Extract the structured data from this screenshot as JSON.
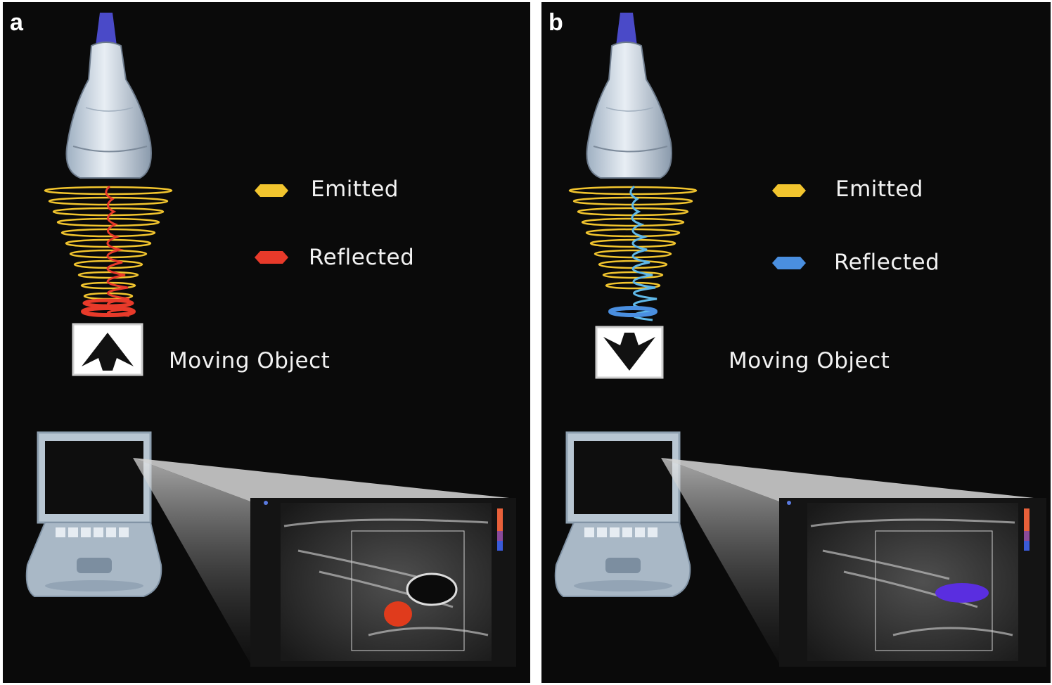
{
  "panels": [
    {
      "id": "a",
      "letter": "a",
      "legend": [
        {
          "label": "Emitted",
          "color": "#f2c52e"
        },
        {
          "label": "Reflected",
          "color": "#e83a2a"
        }
      ],
      "object_label": "Moving Object",
      "arrow_direction": "up",
      "reflected_color": "#e83a2a",
      "flow_color": "#e03b1c"
    },
    {
      "id": "b",
      "letter": "b",
      "legend": [
        {
          "label": "Emitted",
          "color": "#f2c52e"
        },
        {
          "label": "Reflected",
          "color": "#4a8fe0"
        }
      ],
      "object_label": "Moving Object",
      "arrow_direction": "down",
      "reflected_color": "#5fb8e8",
      "flow_color": "#5a2ee0"
    }
  ],
  "colors": {
    "emitted": "#f2c52e",
    "background": "#0a0a0a",
    "divider": "#ffffff"
  }
}
